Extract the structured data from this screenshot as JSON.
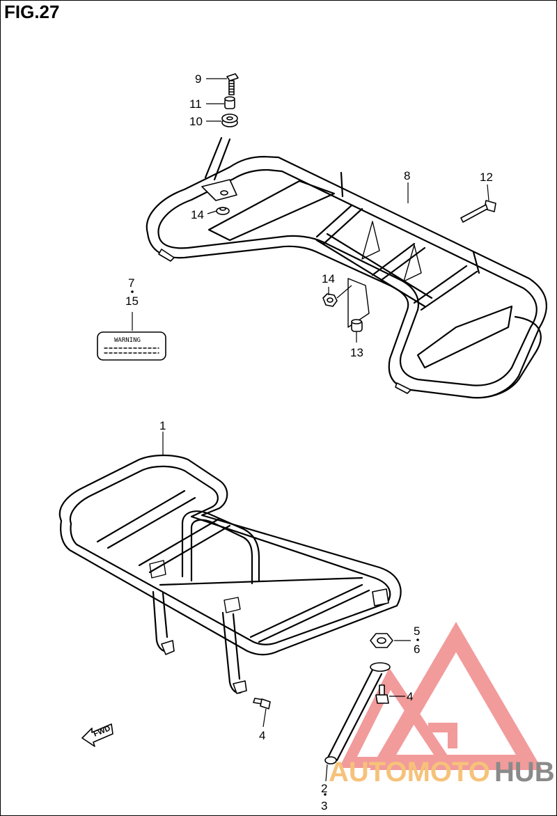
{
  "figure": {
    "title": "FIG.27"
  },
  "callouts": [
    {
      "id": "c9",
      "label": "9"
    },
    {
      "id": "c11",
      "label": "11"
    },
    {
      "id": "c10",
      "label": "10"
    },
    {
      "id": "c14a",
      "label": "14"
    },
    {
      "id": "c8",
      "label": "8"
    },
    {
      "id": "c12",
      "label": "12"
    },
    {
      "id": "c14b",
      "label": "14"
    },
    {
      "id": "c13",
      "label": "13"
    },
    {
      "id": "c7",
      "label": "7"
    },
    {
      "id": "c15",
      "label": "15"
    },
    {
      "id": "c1",
      "label": "1"
    },
    {
      "id": "c5",
      "label": "5"
    },
    {
      "id": "c6",
      "label": "6"
    },
    {
      "id": "c4a",
      "label": "4"
    },
    {
      "id": "c4b",
      "label": "4"
    },
    {
      "id": "c2",
      "label": "2"
    },
    {
      "id": "c3",
      "label": "3"
    }
  ],
  "warning_label": {
    "text": "WARNING"
  },
  "fwd_arrow": {
    "text": "FWD"
  },
  "watermark": {
    "part1": "AUTOMOTO",
    "part2": "HUB",
    "color_primary": "#f08a8a",
    "color_secondary": "#f6c27a",
    "color_tertiary": "#8a8a8a"
  }
}
